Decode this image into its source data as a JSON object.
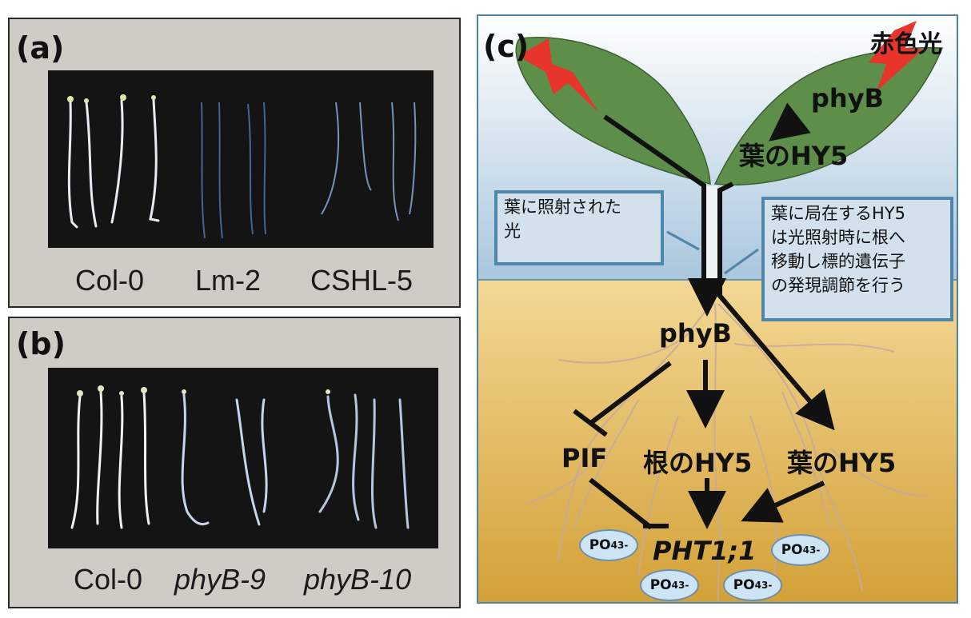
{
  "panel_a": {
    "label": "(a)",
    "captions": [
      "Col-0",
      "Lm-2",
      "CSHL-5"
    ]
  },
  "panel_b": {
    "label": "(b)",
    "captions": [
      "Col-0",
      "phyB-9",
      "phyB-10"
    ]
  },
  "panel_c": {
    "label": "(c)",
    "red_light": "赤色光",
    "phyB_leaf": "phyB",
    "leaf_hy5": "葉のHY5",
    "note_left": [
      "葉に照射された",
      "光"
    ],
    "note_right": [
      "葉に局在するHY5",
      "は光照射時に根へ",
      "移動し標的遺伝子",
      "の発現調節を行う"
    ],
    "phyB_root": "phyB",
    "pif": "PIF",
    "root_hy5": "根のHY5",
    "leaf_hy5_root": "葉のHY5",
    "gene": "PHT1;1",
    "phosphate": {
      "base": "PO",
      "sub": "4",
      "sup": "3-"
    }
  },
  "colors": {
    "sky_top": "#ffffff",
    "sky_bottom": "#a9c6dd",
    "soil_top": "#f2d491",
    "soil_bottom": "#d6a53a",
    "leaf": "#5d8f4a",
    "lightning": "#e8352b",
    "arrow": "#111111",
    "border": "#4d84a8"
  }
}
